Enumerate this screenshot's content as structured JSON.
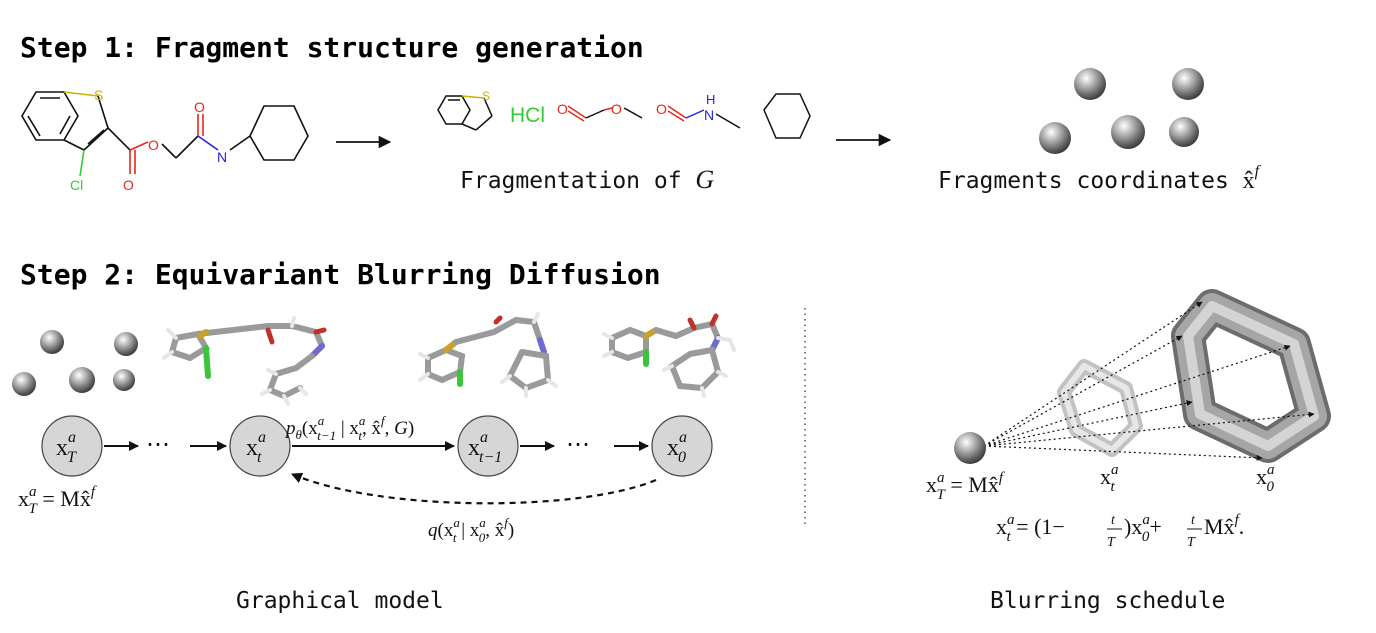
{
  "step1": {
    "title": "Step 1: Fragment structure generation",
    "frag_label": "Fragmentation of ",
    "frag_symbol": "G",
    "coords_label": "Fragments coordinates ",
    "coords_symbol": "x̂",
    "coords_sup": "f",
    "atoms": {
      "S": "S",
      "Cl": "Cl",
      "O": "O",
      "N": "N",
      "HCl": "HCl",
      "H": "H"
    }
  },
  "step2": {
    "title": "Step 2: Equivariant Blurring Diffusion",
    "nodes": [
      {
        "base": "x",
        "sup": "a",
        "sub": "T"
      },
      {
        "base": "x",
        "sup": "a",
        "sub": "t"
      },
      {
        "base": "x",
        "sup": "a",
        "sub": "t−1"
      },
      {
        "base": "x",
        "sup": "a",
        "sub": "0"
      }
    ],
    "dots": "⋯",
    "forward_eq": "p_θ(x^a_{t−1} | x^a_t, x̂^f, G)",
    "reverse_eq": "q(x^a_t | x^a_0, x̂^f)",
    "init_eq": "x^a_T = Mx̂^f",
    "graphical_caption": "Graphical model",
    "blur_caption": "Blurring schedule",
    "blur_labels": {
      "xT_eq": "x^a_T = Mx̂^f",
      "xt": "x^a_t",
      "x0": "x^a_0"
    },
    "schedule_eq": "x^a_t = (1 − t/T) x^a_0 + t/T Mx̂^f ."
  },
  "colors": {
    "sulfur": "#c9b400",
    "chlorine": "#33cc33",
    "oxygen": "#e8261c",
    "nitrogen": "#2424e0",
    "bond": "#111111",
    "node_fill": "#d6d6d6"
  }
}
